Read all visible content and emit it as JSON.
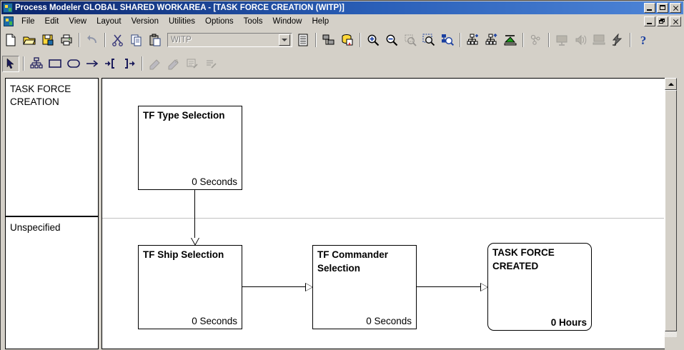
{
  "window": {
    "title": "Process Modeler GLOBAL SHARED WORKAREA - [TASK FORCE CREATION (WITP)]",
    "app_icon": "process-modeler-icon",
    "controls": {
      "minimize": "_",
      "maximize": "□",
      "restore": "❐",
      "close": "✕"
    }
  },
  "menu": {
    "icon": "mdi-document-icon",
    "items": [
      {
        "label": "File"
      },
      {
        "label": "Edit"
      },
      {
        "label": "View"
      },
      {
        "label": "Layout"
      },
      {
        "label": "Version"
      },
      {
        "label": "Utilities"
      },
      {
        "label": "Options"
      },
      {
        "label": "Tools"
      },
      {
        "label": "Window"
      },
      {
        "label": "Help"
      }
    ]
  },
  "toolbar_main": {
    "buttons": [
      {
        "name": "new-icon",
        "tip": "New"
      },
      {
        "name": "open-folder-icon",
        "tip": "Open"
      },
      {
        "name": "save-icon",
        "tip": "Save"
      },
      {
        "name": "print-icon",
        "tip": "Print"
      },
      {
        "name": "undo-icon",
        "tip": "Undo"
      },
      {
        "name": "cut-scissors-icon",
        "tip": "Cut"
      },
      {
        "name": "copy-icon",
        "tip": "Copy"
      },
      {
        "name": "paste-icon",
        "tip": "Paste"
      }
    ],
    "combo": {
      "value": "WITP",
      "arrow": "chevron-down-icon"
    },
    "buttons2": [
      {
        "name": "list-lines-icon",
        "tip": "Properties"
      },
      {
        "name": "process-link-icon",
        "tip": "Link Process"
      },
      {
        "name": "data-store-icon",
        "tip": "Data Store"
      },
      {
        "name": "zoom-in-icon",
        "tip": "Zoom In"
      },
      {
        "name": "zoom-out-icon",
        "tip": "Zoom Out"
      },
      {
        "name": "zoom-fit-icon",
        "tip": "Zoom To Fit"
      },
      {
        "name": "zoom-selection-icon",
        "tip": "Zoom Selection"
      },
      {
        "name": "find-process-icon",
        "tip": "Find"
      },
      {
        "name": "hierarchy-down-icon",
        "tip": "Decompose"
      },
      {
        "name": "hierarchy-up-icon",
        "tip": "Compose"
      },
      {
        "name": "chart-green-icon",
        "tip": "Report"
      },
      {
        "name": "simulate-icon",
        "tip": "Simulate"
      },
      {
        "name": "monitor-icon",
        "tip": "Display"
      },
      {
        "name": "sound-icon",
        "tip": "Sound"
      },
      {
        "name": "monitor2-icon",
        "tip": "Presentation"
      },
      {
        "name": "flash-icon",
        "tip": "Run"
      },
      {
        "name": "help-question-icon",
        "tip": "Help"
      }
    ]
  },
  "toolbar_draw": {
    "buttons": [
      {
        "name": "select-arrow-icon",
        "tip": "Select",
        "pressed": true
      },
      {
        "name": "org-node-icon",
        "tip": "Process Node",
        "pressed": false
      },
      {
        "name": "rectangle-icon",
        "tip": "Rectangle Process",
        "pressed": false
      },
      {
        "name": "rounded-rect-icon",
        "tip": "Event",
        "pressed": false
      },
      {
        "name": "arrow-connector-icon",
        "tip": "Connector",
        "pressed": false
      },
      {
        "name": "input-bracket-icon",
        "tip": "Input",
        "pressed": false
      },
      {
        "name": "output-bracket-icon",
        "tip": "Output",
        "pressed": false
      },
      {
        "name": "annotate1-icon",
        "tip": "Annotate",
        "pressed": false,
        "disabled": true
      },
      {
        "name": "annotate2-icon",
        "tip": "Text",
        "pressed": false,
        "disabled": true
      },
      {
        "name": "note1-icon",
        "tip": "Note",
        "pressed": false,
        "disabled": true
      },
      {
        "name": "note2-icon",
        "tip": "Comment",
        "pressed": false,
        "disabled": true
      }
    ]
  },
  "lanes": [
    {
      "label": "TASK FORCE CREATION"
    },
    {
      "label": "Unspecified"
    }
  ],
  "diagram": {
    "nodes": [
      {
        "id": "tf-type-selection",
        "title": "TF Type Selection",
        "duration": "0 Seconds",
        "shape": "rect",
        "lane": 0
      },
      {
        "id": "tf-ship-selection",
        "title": "TF Ship Selection",
        "duration": "0 Seconds",
        "shape": "rect",
        "lane": 1
      },
      {
        "id": "tf-commander-selection",
        "title": "TF Commander Selection",
        "duration": "0 Seconds",
        "shape": "rect",
        "lane": 1
      },
      {
        "id": "task-force-created",
        "title": "TASK FORCE CREATED",
        "duration": "0 Hours",
        "shape": "rounded",
        "lane": 1
      }
    ],
    "connections": [
      {
        "from": "tf-type-selection",
        "to": "tf-ship-selection",
        "direction": "down"
      },
      {
        "from": "tf-ship-selection",
        "to": "tf-commander-selection",
        "direction": "right"
      },
      {
        "from": "tf-commander-selection",
        "to": "task-force-created",
        "direction": "right"
      }
    ]
  },
  "scrollbar": {
    "up_arrow": "triangle-up-icon",
    "position": "top"
  }
}
